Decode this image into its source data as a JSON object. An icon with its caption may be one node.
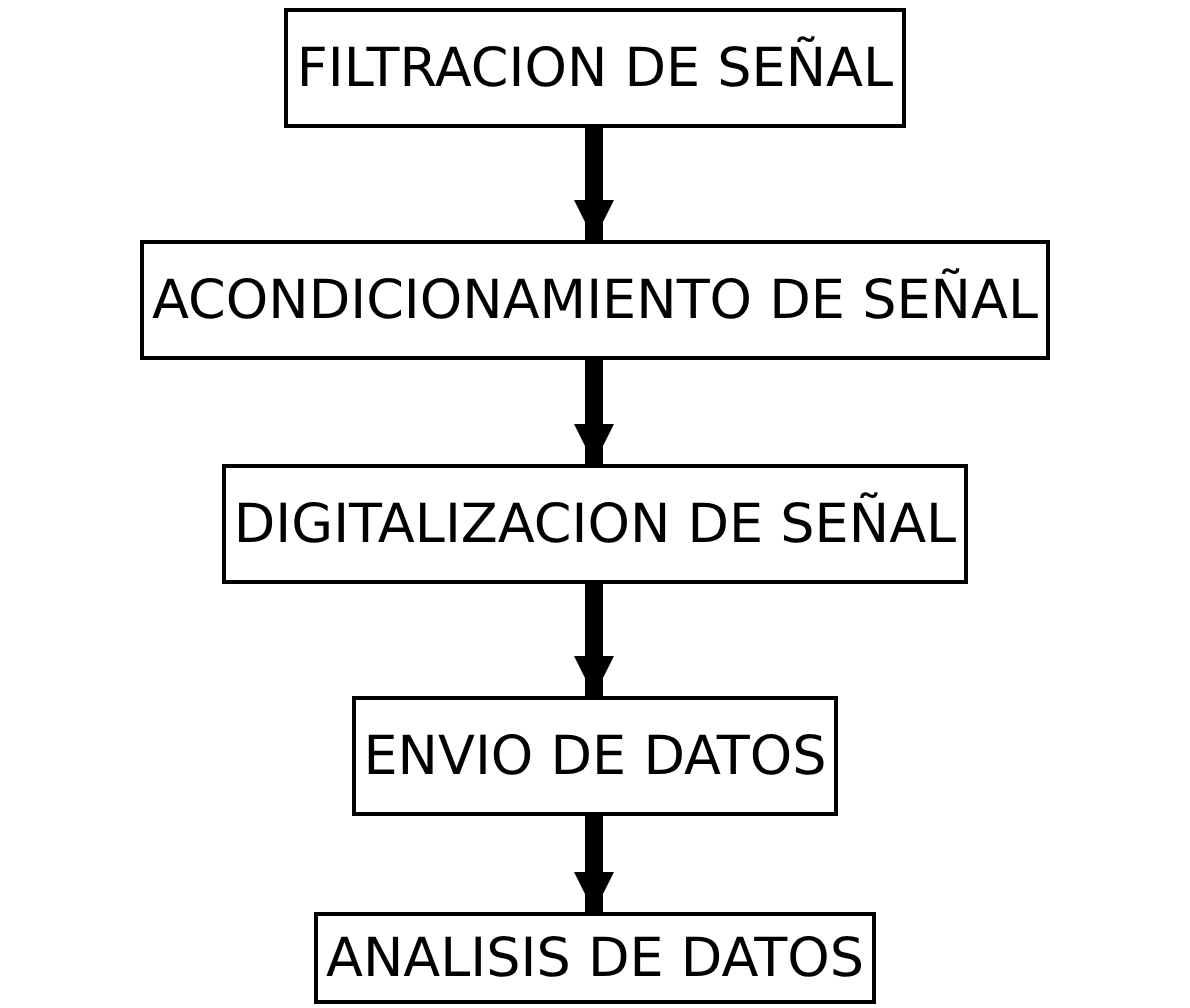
{
  "diagram": {
    "nodes": [
      {
        "text": [
          "FILTRACION DE SEÑAL"
        ]
      },
      {
        "text": [
          "ACONDICIONAMIENTO DE SEÑAL"
        ]
      },
      {
        "text": [
          "DIGITALIZACION DE SEÑAL"
        ]
      },
      {
        "text": [
          "ENVIO DE DATOS"
        ]
      },
      {
        "text": [
          "ANALISIS DE DATOS"
        ]
      }
    ],
    "edges": [
      {
        "from": 0,
        "to": 1,
        "arrow": "to"
      },
      {
        "from": 1,
        "to": 2,
        "arrow": "to"
      },
      {
        "from": 2,
        "to": 3,
        "arrow": "to"
      },
      {
        "from": 3,
        "to": 4,
        "arrow": "to"
      }
    ]
  }
}
